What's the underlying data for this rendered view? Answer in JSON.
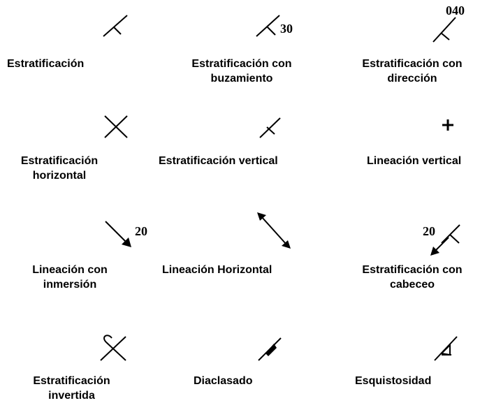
{
  "items": [
    {
      "label": "Estratificación",
      "number": ""
    },
    {
      "label": "Estratificación con\nbuzamiento",
      "number": "30"
    },
    {
      "label": "Estratificación con\ndirección",
      "number": "040"
    },
    {
      "label": "Estratificación\nhorizontal",
      "number": ""
    },
    {
      "label": "Estratificación vertical",
      "number": ""
    },
    {
      "label": "Lineación vertical",
      "number": ""
    },
    {
      "label": "Lineación con\ninmersión",
      "number": "20"
    },
    {
      "label": "Lineación Horizontal",
      "number": ""
    },
    {
      "label": "Estratificación con\ncabeceo",
      "number": "20"
    },
    {
      "label": "Estratificación\ninvertida",
      "number": ""
    },
    {
      "label": "Diaclasado",
      "number": ""
    },
    {
      "label": "Esquistosidad",
      "number": ""
    }
  ]
}
